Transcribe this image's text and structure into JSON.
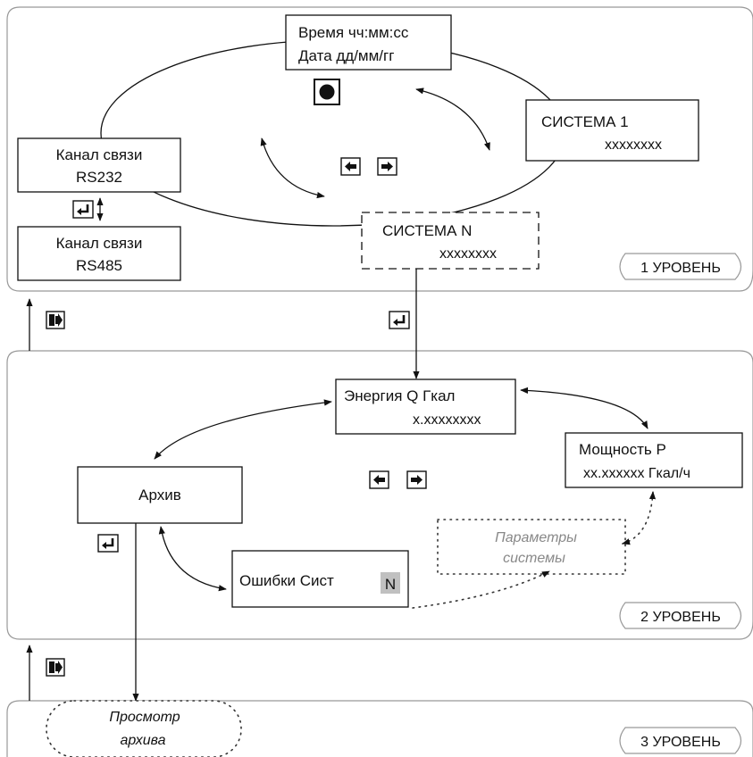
{
  "level_labels": [
    "1 УРОВЕНЬ",
    "2 УРОВЕНЬ",
    "3 УРОВЕНЬ"
  ],
  "level1": {
    "time_date": {
      "line1": "Время  чч:мм:сс",
      "line2": "Дата    дд/мм/гг"
    },
    "system1": {
      "line1": "СИСТЕМА  1",
      "line2": "xxxxxxxx"
    },
    "systemN": {
      "line1": "СИСТЕМА  N",
      "line2": "xxxxxxxx"
    },
    "channel_rs232": {
      "line1": "Канал связи",
      "line2": "RS232"
    },
    "channel_rs485": {
      "line1": "Канал связи",
      "line2": "RS485"
    }
  },
  "level2": {
    "energy": {
      "line1": "Энергия Q   Гкал",
      "line2": "x.xxxxxxxx"
    },
    "power": {
      "line1": "Мощность  P",
      "line2": "xx.xxxxxx  Гкал/ч"
    },
    "archive": {
      "label": "Архив"
    },
    "params": {
      "line1": "Параметры",
      "line2": "системы"
    },
    "errors": {
      "label": "Ошибки    Сист",
      "highlight": "N"
    }
  },
  "level3": {
    "archive_view": {
      "line1": "Просмотр",
      "line2": "архива"
    }
  },
  "icons": [
    "stop-button-icon",
    "arrow-left-key-icon",
    "arrow-right-key-icon",
    "enter-key-icon",
    "exit-key-icon",
    "double-vertical-arrow-icon"
  ],
  "colors": {
    "highlight_bg": "#c0c0c0",
    "params_text": "#888888",
    "panel_border": "#999999"
  }
}
